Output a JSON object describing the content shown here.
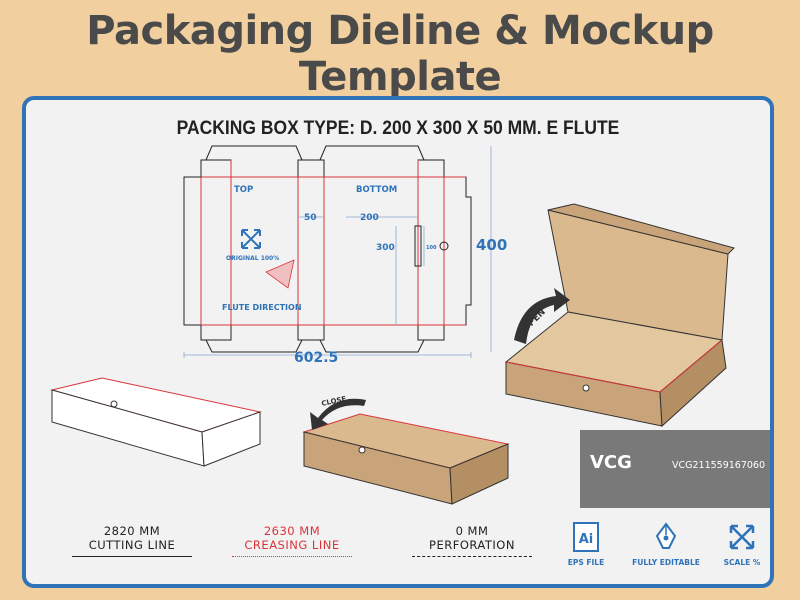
{
  "title": "Packaging Dieline & Mockup Template",
  "subtitle": "PACKING BOX TYPE: D. 200 X 300 X 50 MM.  E FLUTE",
  "dieline": {
    "label_top": "TOP",
    "label_bottom": "BOTTOM",
    "dim_50": "50",
    "dim_200": "200",
    "dim_300": "300",
    "dim_100": "100",
    "dim_400": "400",
    "dim_width": "602.5",
    "original": "ORIGINAL 100%",
    "flute_direction": "FLUTE DIRECTION"
  },
  "mockup": {
    "open_label": "OPEN",
    "close_label": "CLOSE"
  },
  "legend": [
    {
      "value": "2820 MM",
      "label": "CUTTING LINE",
      "color": "#222222"
    },
    {
      "value": "2630 MM",
      "label": "CREASING LINE",
      "color": "#d9343a"
    },
    {
      "value": "0 MM",
      "label": "PERFORATION",
      "color": "#222222"
    }
  ],
  "badges": {
    "eps": "EPS FILE",
    "editable": "FULLY EDITABLE",
    "scale": "SCALE %",
    "ai": "Ai"
  },
  "watermark": {
    "logo": "VCG",
    "id": "VCG211559167060"
  },
  "colors": {
    "background": "#f2cf9f",
    "frame": "#2f73b8",
    "cut": "#222222",
    "crease": "#d9343a",
    "kraft": "#c9a47a"
  }
}
